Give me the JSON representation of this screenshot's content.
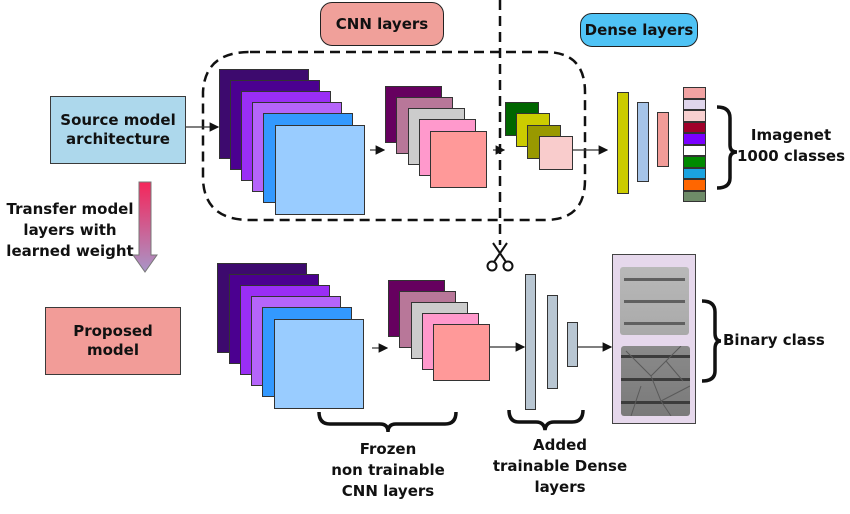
{
  "labels": {
    "cnn_layers": "CNN layers",
    "dense_layers": "Dense layers",
    "source_model": [
      "Source model",
      "architecture"
    ],
    "transfer_note": [
      "Transfer model",
      "layers with",
      "learned weight"
    ],
    "proposed_model": [
      "Proposed",
      "model"
    ],
    "imagenet": [
      "Imagenet",
      "1000 classes"
    ],
    "binary_class": "Binary class",
    "frozen": [
      "Frozen",
      "non trainable",
      "CNN layers"
    ],
    "added": [
      "Added",
      "trainable Dense",
      "layers"
    ]
  },
  "colors": {
    "cnn_pill": "#f0a09a",
    "dense_pill": "#4fc3f5",
    "source_box": "#add8ec",
    "proposed_box": "#f29c98",
    "stack1": [
      "#3d0a6e",
      "#4b0090",
      "#9a2ef5",
      "#b565fa",
      "#3399ff",
      "#99ccff"
    ],
    "stack2": [
      "#66005f",
      "#b87799",
      "#cccccc",
      "#ff99cc",
      "#ff9999"
    ],
    "stack3": [
      "#006600",
      "#cccc00",
      "#999900",
      "#f9cccc"
    ],
    "dense_top": [
      "#cccc00",
      "#a6c4e8",
      "#f29c98"
    ],
    "output_classes": [
      "#f2a3a3",
      "#e0d6ec",
      "#f8d0d0",
      "#a0002a",
      "#7a00ff",
      "#ffffff",
      "#008a00",
      "#1aa3e0",
      "#ff6600",
      "#6e8b68"
    ],
    "dense_bottom": "#b8c6d2",
    "image_panel": "#e6d8ec"
  }
}
